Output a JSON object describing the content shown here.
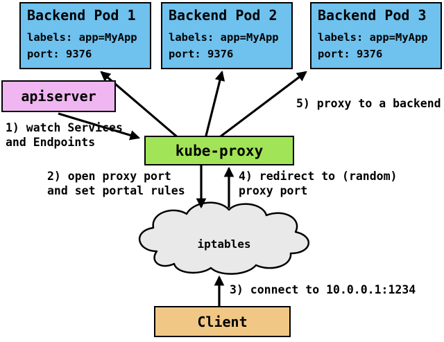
{
  "diagram": {
    "pods": [
      {
        "title": "Backend Pod 1",
        "labels_line": "labels: app=MyApp",
        "port_line": "port: 9376"
      },
      {
        "title": "Backend Pod 2",
        "labels_line": "labels: app=MyApp",
        "port_line": "port: 9376"
      },
      {
        "title": "Backend Pod 3",
        "labels_line": "labels: app=MyApp",
        "port_line": "port: 9376"
      }
    ],
    "nodes": {
      "apiserver": "apiserver",
      "kube_proxy": "kube-proxy",
      "iptables": "iptables",
      "client": "Client"
    },
    "annotations": {
      "step1": "1) watch Services\nand Endpoints",
      "step2": "2) open proxy port\nand set portal rules",
      "step3": "3) connect to 10.0.0.1:1234",
      "step4": "4) redirect to (random)\nproxy port",
      "step5": "5) proxy to a backend"
    },
    "colors": {
      "pod_fill": "#6fc1ee",
      "apiserver_fill": "#f0b6f1",
      "kube_proxy_fill": "#a2e457",
      "iptables_fill": "#e9e9e9",
      "client_fill": "#f0c784",
      "border": "#000000",
      "arrow": "#000000"
    }
  }
}
